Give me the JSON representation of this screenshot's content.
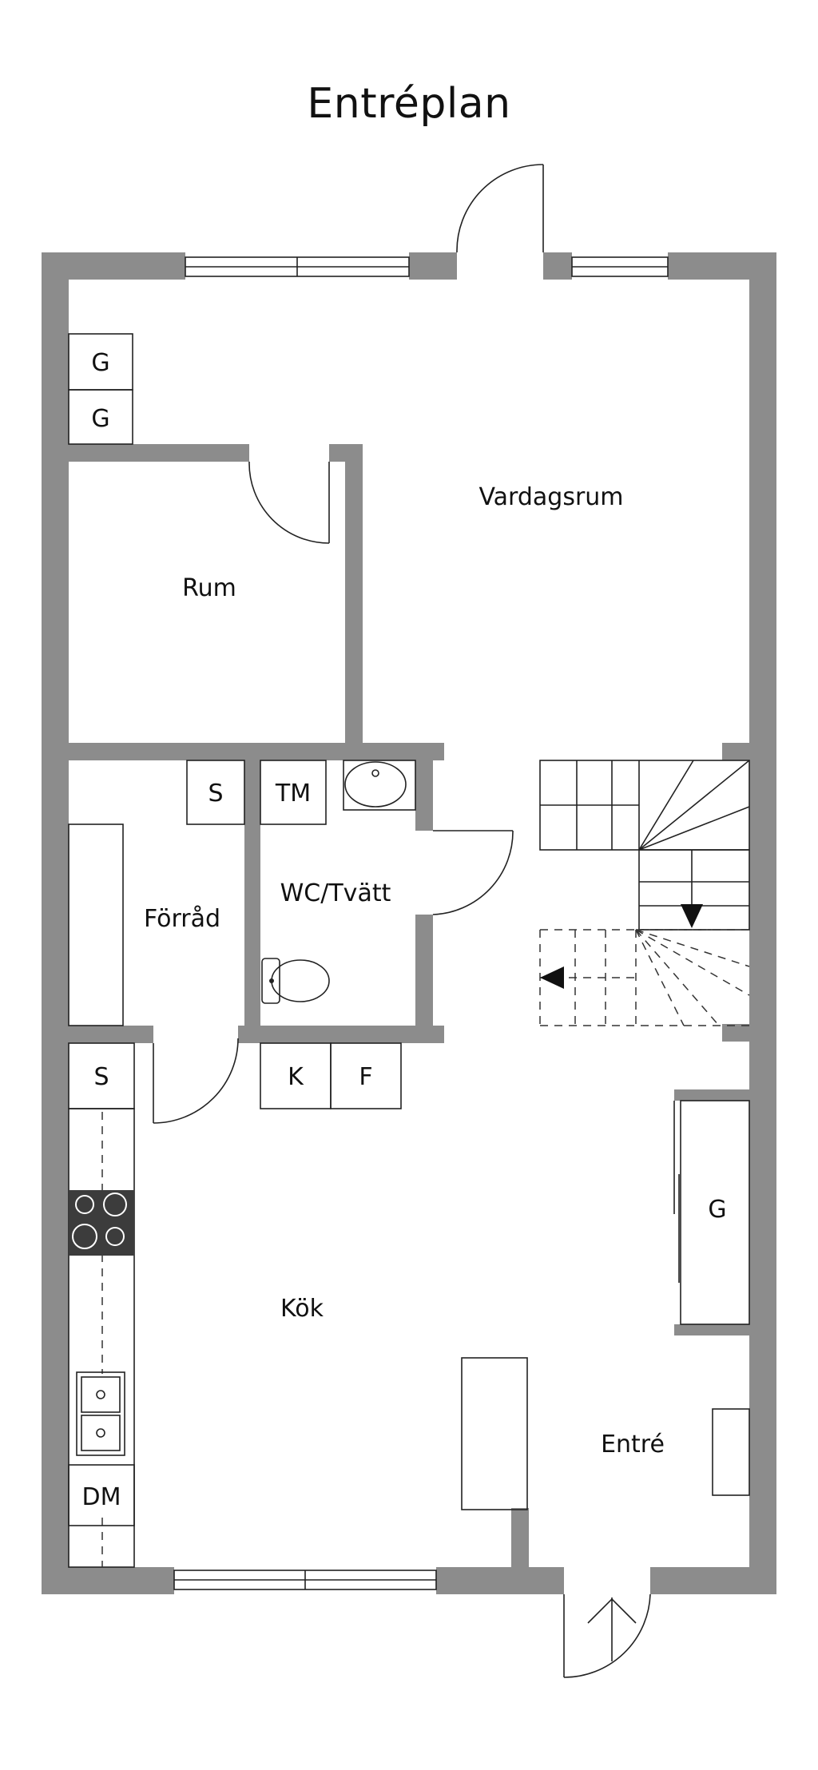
{
  "title": "Entréplan",
  "colors": {
    "wall": "#8c8c8c",
    "stove": "#3c3c3c",
    "line": "#222222"
  },
  "rooms": {
    "vardagsrum": "Vardagsrum",
    "rum": "Rum",
    "forrad": "Förråd",
    "wc": "WC/Tvätt",
    "kok": "Kök",
    "entre": "Entré"
  },
  "fixtures": {
    "g1": "G",
    "g2": "G",
    "s_forrad": "S",
    "tm": "TM",
    "s_kok": "S",
    "k": "K",
    "f": "F",
    "g_entre": "G",
    "dm": "DM"
  }
}
